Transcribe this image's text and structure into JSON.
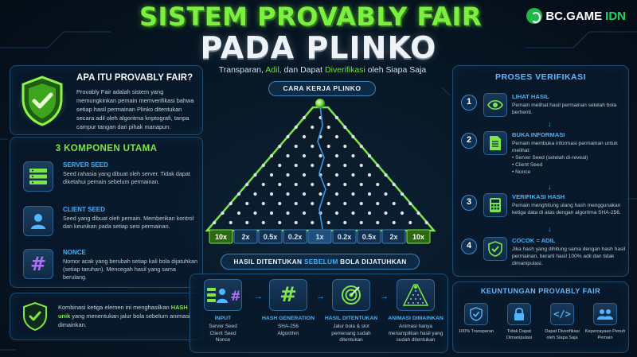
{
  "colors": {
    "accent_green": "#7cf03e",
    "accent_blue": "#3fb2ff",
    "background": "#071624"
  },
  "header": {
    "title_line1": "SISTEM PROVABLY FAIR",
    "title_line2": "PADA PLINKO",
    "subtitle_parts": [
      "Transparan,",
      "Adil,",
      "dan Dapat",
      "Diverifikasi",
      "oleh Siapa Saja"
    ]
  },
  "brand": {
    "name": "BC.GAME",
    "suffix": "IDN",
    "icon": "bc-logo-icon"
  },
  "what_is": {
    "title": "APA ITU PROVABLY FAIR?",
    "text": "Provably Fair adalah sistem yang memungkinkan pemain memverifikasi bahwa setiap hasil permainan Plinko ditentukan secara adil oleh algoritma kriptografi, tanpa campur tangan dari pihak manapun.",
    "icon": "shield-check-icon"
  },
  "components": {
    "title": "3 KOMPONEN UTAMA",
    "items": [
      {
        "name": "SERVER SEED",
        "desc": "Seed rahasia yang dibuat oleh server. Tidak dapat diketahui pemain sebelum permainan.",
        "icon": "server-icon"
      },
      {
        "name": "CLIENT SEED",
        "desc": "Seed yang dibuat oleh pemain. Memberikan kontrol dan keunikan pada setiap sesi permainan.",
        "icon": "user-icon"
      },
      {
        "name": "NONCE",
        "desc": "Nomor acak yang berubah setiap kali bola dijatuhkan (setiap taruhan). Mencegah hasil yang sama berulang.",
        "icon": "hash-icon"
      }
    ],
    "combo_text_before": "Kombinasi ketiga elemen ini menghasilkan",
    "combo_highlight": "HASH unik",
    "combo_text_after": "yang menentukan jalur bola sebelum animasi dimainkan."
  },
  "plinko": {
    "label": "CARA KERJA PLINKO",
    "multipliers": [
      "10x",
      "2x",
      "0.5x",
      "0.2x",
      "1x",
      "0.2x",
      "0.5x",
      "2x",
      "10x"
    ],
    "result_before": "HASIL DITENTUKAN",
    "result_highlight": "SEBELUM",
    "result_after": "BOLA DIJATUHKAN"
  },
  "flow": [
    {
      "name": "INPUT",
      "desc": "Server Seed\nClient Seed\nNonce",
      "icon": "input-icon"
    },
    {
      "name": "HASH GENERATION",
      "desc": "SHA-256\nAlgorithm",
      "icon": "hash-icon"
    },
    {
      "name": "HASIL DITENTUKAN",
      "desc": "Jalur bola & slot pemenang sudah ditentukan",
      "icon": "target-icon"
    },
    {
      "name": "ANIMASI DIMAINKAN",
      "desc": "Animasi hanya menampilkan hasil yang sudah ditentukan",
      "icon": "plinko-board-icon"
    }
  ],
  "verification": {
    "title": "PROSES VERIFIKASI",
    "steps": [
      {
        "num": "1",
        "name": "LIHAT HASIL",
        "desc": "Pemain melihat hasil permainan setelah bola berhenti.",
        "icon": "eye-icon"
      },
      {
        "num": "2",
        "name": "BUKA INFORMASI",
        "desc": "Pemain membuka informasi permainan untuk melihat:",
        "list": [
          "Server Seed (setelah di-reveal)",
          "Client Seed",
          "Nonce"
        ],
        "icon": "document-icon"
      },
      {
        "num": "3",
        "name": "VERIFIKASI HASH",
        "desc": "Pemain menghitung ulang hash menggunakan ketiga data di atas dengan algoritma SHA-256.",
        "icon": "calculator-icon"
      },
      {
        "num": "4",
        "name": "COCOK = ADIL",
        "desc": "Jika hash yang dihitung sama dengan hash hasil permainan, berarti hasil 100% adil dan tidak dimanipulasi.",
        "icon": "shield-check-icon"
      }
    ]
  },
  "benefits": {
    "title": "KEUNTUNGAN PROVABLY FAIR",
    "items": [
      {
        "label": "100% Transparan",
        "icon": "shield-check-icon"
      },
      {
        "label": "Tidak Dapat Dimanipulasi",
        "icon": "lock-icon"
      },
      {
        "label": "Dapat Diverifikasi oleh Siapa Saja",
        "icon": "code-icon"
      },
      {
        "label": "Kepercayaan Penuh Pemain",
        "icon": "users-icon"
      }
    ]
  }
}
